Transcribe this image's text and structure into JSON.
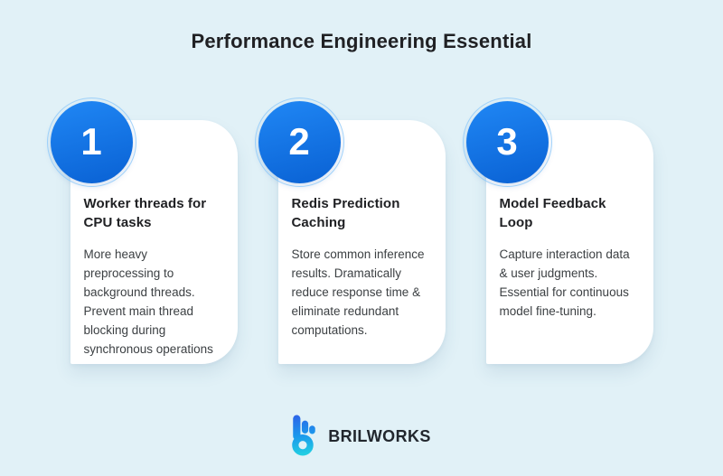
{
  "title": "Performance Engineering Essential",
  "cards": [
    {
      "number": "1",
      "heading": "Worker threads for CPU tasks",
      "body": "More heavy preprocessing to background threads. Prevent main thread blocking during synchronous operations"
    },
    {
      "number": "2",
      "heading": "Redis Prediction Caching",
      "body": "Store common inference results. Dramatically reduce response time & eliminate redundant computations."
    },
    {
      "number": "3",
      "heading": "Model Feedback Loop",
      "body": "Capture interaction data & user judgments. Essential for continuous model fine-tuning."
    }
  ],
  "footer": {
    "brand": "BRILWORKS",
    "logo_icon": "brilworks-b-icon"
  },
  "colors": {
    "background": "#e1f1f7",
    "card_background": "#ffffff",
    "accent_blue": "#0f6fdd",
    "heading_text": "#202124",
    "body_text": "#3c4043",
    "logo_gradient_top": "#2d5fe8",
    "logo_gradient_bottom": "#22d1e2"
  }
}
